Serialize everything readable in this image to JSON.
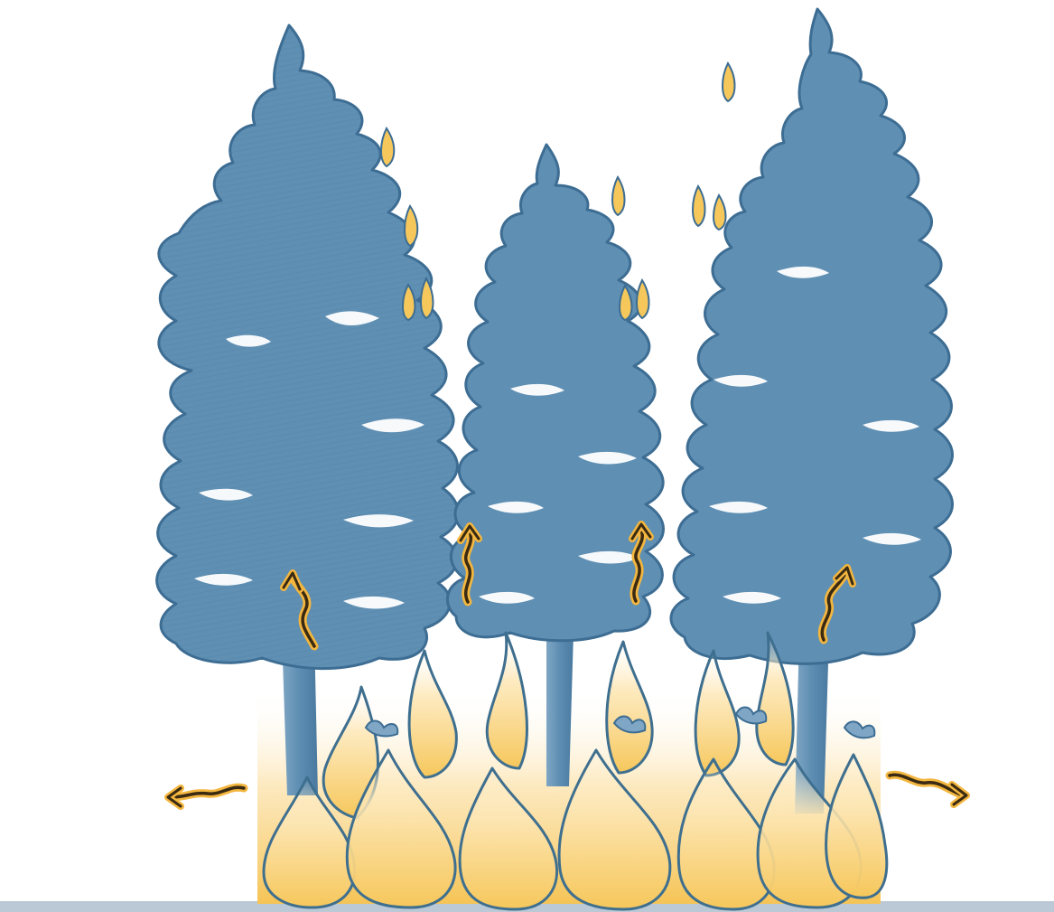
{
  "illustration": {
    "subject": "crown-fire-trees",
    "trees": [
      {
        "id": "left-tree",
        "canopy_flame_count": 4
      },
      {
        "id": "middle-tree",
        "canopy_flame_count": 3
      },
      {
        "id": "right-tree",
        "canopy_flame_count": 3
      }
    ],
    "heat_arrows": [
      {
        "id": "heat-arrow-left-trunk",
        "direction": "up"
      },
      {
        "id": "heat-arrow-gap-left",
        "direction": "up"
      },
      {
        "id": "heat-arrow-middle-right",
        "direction": "up"
      },
      {
        "id": "heat-arrow-right-trunk",
        "direction": "up"
      },
      {
        "id": "heat-arrow-spread-left",
        "direction": "left"
      },
      {
        "id": "heat-arrow-spread-right",
        "direction": "right"
      }
    ],
    "colors": {
      "foliage": "#5f8fb3",
      "foliage_dark": "#3d6d93",
      "foliage_light": "#8fb3cf",
      "flame_fill_top": "#fff3d6",
      "flame_fill_bottom": "#f6c75b",
      "flame_outline": "#3f6f8f",
      "arrow_body": "#3a2a12",
      "arrow_glow": "#f3b63f",
      "ground": "#a9bccb"
    }
  }
}
